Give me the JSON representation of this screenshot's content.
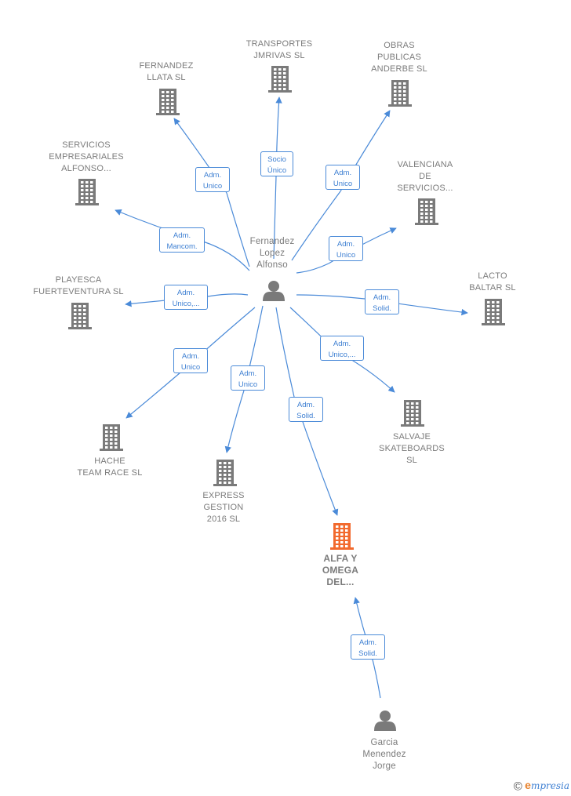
{
  "colors": {
    "company": "#7a7a7a",
    "main_company": "#f26a2e",
    "person": "#7a7a7a",
    "edge": "#4a8ad8"
  },
  "nodes": [
    {
      "id": "fernandez_llata",
      "kind": "company",
      "label": [
        "FERNANDEZ",
        "LLATA SL"
      ]
    },
    {
      "id": "transportes",
      "kind": "company",
      "label": [
        "TRANSPORTES",
        "JMRIVAS  SL"
      ]
    },
    {
      "id": "obras",
      "kind": "company",
      "label": [
        "OBRAS",
        "PUBLICAS",
        "ANDERBE SL"
      ]
    },
    {
      "id": "servicios",
      "kind": "company",
      "label": [
        "SERVICIOS",
        "EMPRESARIALES",
        "ALFONSO..."
      ]
    },
    {
      "id": "valenciana",
      "kind": "company",
      "label": [
        "VALENCIANA",
        "DE",
        "SERVICIOS..."
      ]
    },
    {
      "id": "playesca",
      "kind": "company",
      "label": [
        "PLAYESCA",
        "FUERTEVENTURA SL"
      ]
    },
    {
      "id": "lacto",
      "kind": "company",
      "label": [
        "LACTO",
        "BALTAR  SL"
      ]
    },
    {
      "id": "hache",
      "kind": "company",
      "label": [
        "HACHE",
        "TEAM RACE SL"
      ]
    },
    {
      "id": "express",
      "kind": "company",
      "label": [
        "EXPRESS",
        "GESTION",
        "2016  SL"
      ]
    },
    {
      "id": "salvaje",
      "kind": "company",
      "label": [
        "SALVAJE",
        "SKATEBOARDS",
        "SL"
      ]
    },
    {
      "id": "alfa",
      "kind": "main_company",
      "label": [
        "ALFA Y",
        "OMEGA",
        "DEL..."
      ]
    },
    {
      "id": "fernandez_lopez",
      "kind": "person",
      "label": [
        "Fernandez",
        "Lopez",
        "Alfonso"
      ]
    },
    {
      "id": "garcia",
      "kind": "person",
      "label": [
        "Garcia",
        "Menendez",
        "Jorge"
      ]
    }
  ],
  "edges": [
    {
      "from": "fernandez_lopez",
      "to": "fernandez_llata",
      "label": [
        "Adm.",
        "Unico"
      ]
    },
    {
      "from": "fernandez_lopez",
      "to": "transportes",
      "label": [
        "Socio",
        "Único"
      ]
    },
    {
      "from": "fernandez_lopez",
      "to": "obras",
      "label": [
        "Adm.",
        "Unico"
      ]
    },
    {
      "from": "fernandez_lopez",
      "to": "servicios",
      "label": [
        "Adm.",
        "Mancom."
      ]
    },
    {
      "from": "fernandez_lopez",
      "to": "valenciana",
      "label": [
        "Adm.",
        "Unico"
      ]
    },
    {
      "from": "fernandez_lopez",
      "to": "playesca",
      "label": [
        "Adm.",
        "Unico,..."
      ]
    },
    {
      "from": "fernandez_lopez",
      "to": "lacto",
      "label": [
        "Adm.",
        "Solid."
      ]
    },
    {
      "from": "fernandez_lopez",
      "to": "hache",
      "label": [
        "Adm.",
        "Unico"
      ]
    },
    {
      "from": "fernandez_lopez",
      "to": "express",
      "label": [
        "Adm.",
        "Unico"
      ]
    },
    {
      "from": "fernandez_lopez",
      "to": "salvaje",
      "label": [
        "Adm.",
        "Unico,..."
      ]
    },
    {
      "from": "fernandez_lopez",
      "to": "alfa",
      "label": [
        "Adm.",
        "Solid."
      ]
    },
    {
      "from": "garcia",
      "to": "alfa",
      "label": [
        "Adm.",
        "Solid."
      ]
    }
  ],
  "footer": {
    "copyright": "©",
    "brand_initial": "e",
    "brand_rest": "mpresia"
  }
}
